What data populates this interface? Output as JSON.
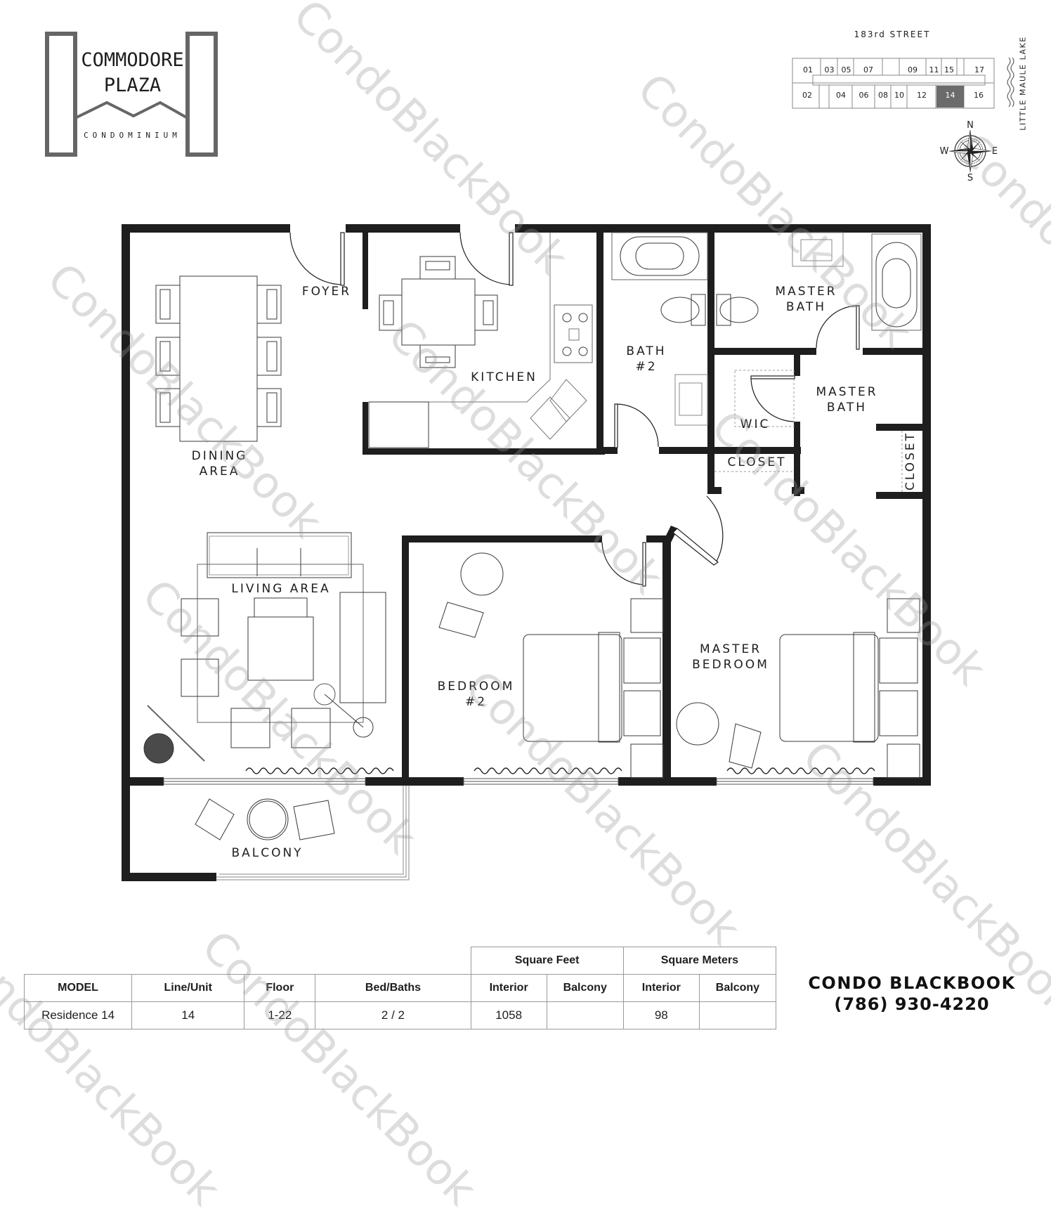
{
  "logo": {
    "line1": "COMMODORE",
    "line2": "PLAZA",
    "subtitle": "CONDOMINIUM"
  },
  "key_plan": {
    "street_label": "183rd STREET",
    "lake_label": "LITTLE MAULE LAKE",
    "north_units": [
      "01",
      "03",
      "05",
      "07",
      "09",
      "11",
      "15",
      "17"
    ],
    "south_units": [
      "02",
      "04",
      "06",
      "08",
      "10",
      "12",
      "14",
      "16"
    ],
    "highlighted_unit": "14",
    "highlight_color": "#6b6b6b"
  },
  "compass": {
    "n": "N",
    "s": "S",
    "e": "E",
    "w": "W"
  },
  "rooms": {
    "foyer": "FOYER",
    "kitchen": "KITCHEN",
    "dining": "DINING\nAREA",
    "bath2": "BATH\n#2",
    "master_bath_upper": "MASTER\nBATH",
    "master_bath_lower": "MASTER\nBATH",
    "wic": "WIC",
    "closet_hall": "CLOSET",
    "closet_master": "CLOSET",
    "living": "LIVING AREA",
    "bedroom2": "BEDROOM\n#2",
    "master_bedroom": "MASTER\nBEDROOM",
    "balcony": "BALCONY"
  },
  "spec_table": {
    "group_headers": {
      "sqft": "Square Feet",
      "sqm": "Square Meters"
    },
    "headers": [
      "MODEL",
      "Line/Unit",
      "Floor",
      "Bed/Baths",
      "Interior",
      "Balcony",
      "Interior",
      "Balcony"
    ],
    "row": [
      "Residence 14",
      "14",
      "1-22",
      "2 / 2",
      "1058",
      "",
      "98",
      ""
    ]
  },
  "brand": {
    "name": "CONDO BLACKBOOK",
    "phone": "(786) 930-4220"
  },
  "watermark": "CondoBlackBook",
  "colors": {
    "wall": "#1e1e1e",
    "furniture_line": "#3a3a3a",
    "logo_gray": "#666666",
    "rug_dark": "#4a4a4a"
  }
}
